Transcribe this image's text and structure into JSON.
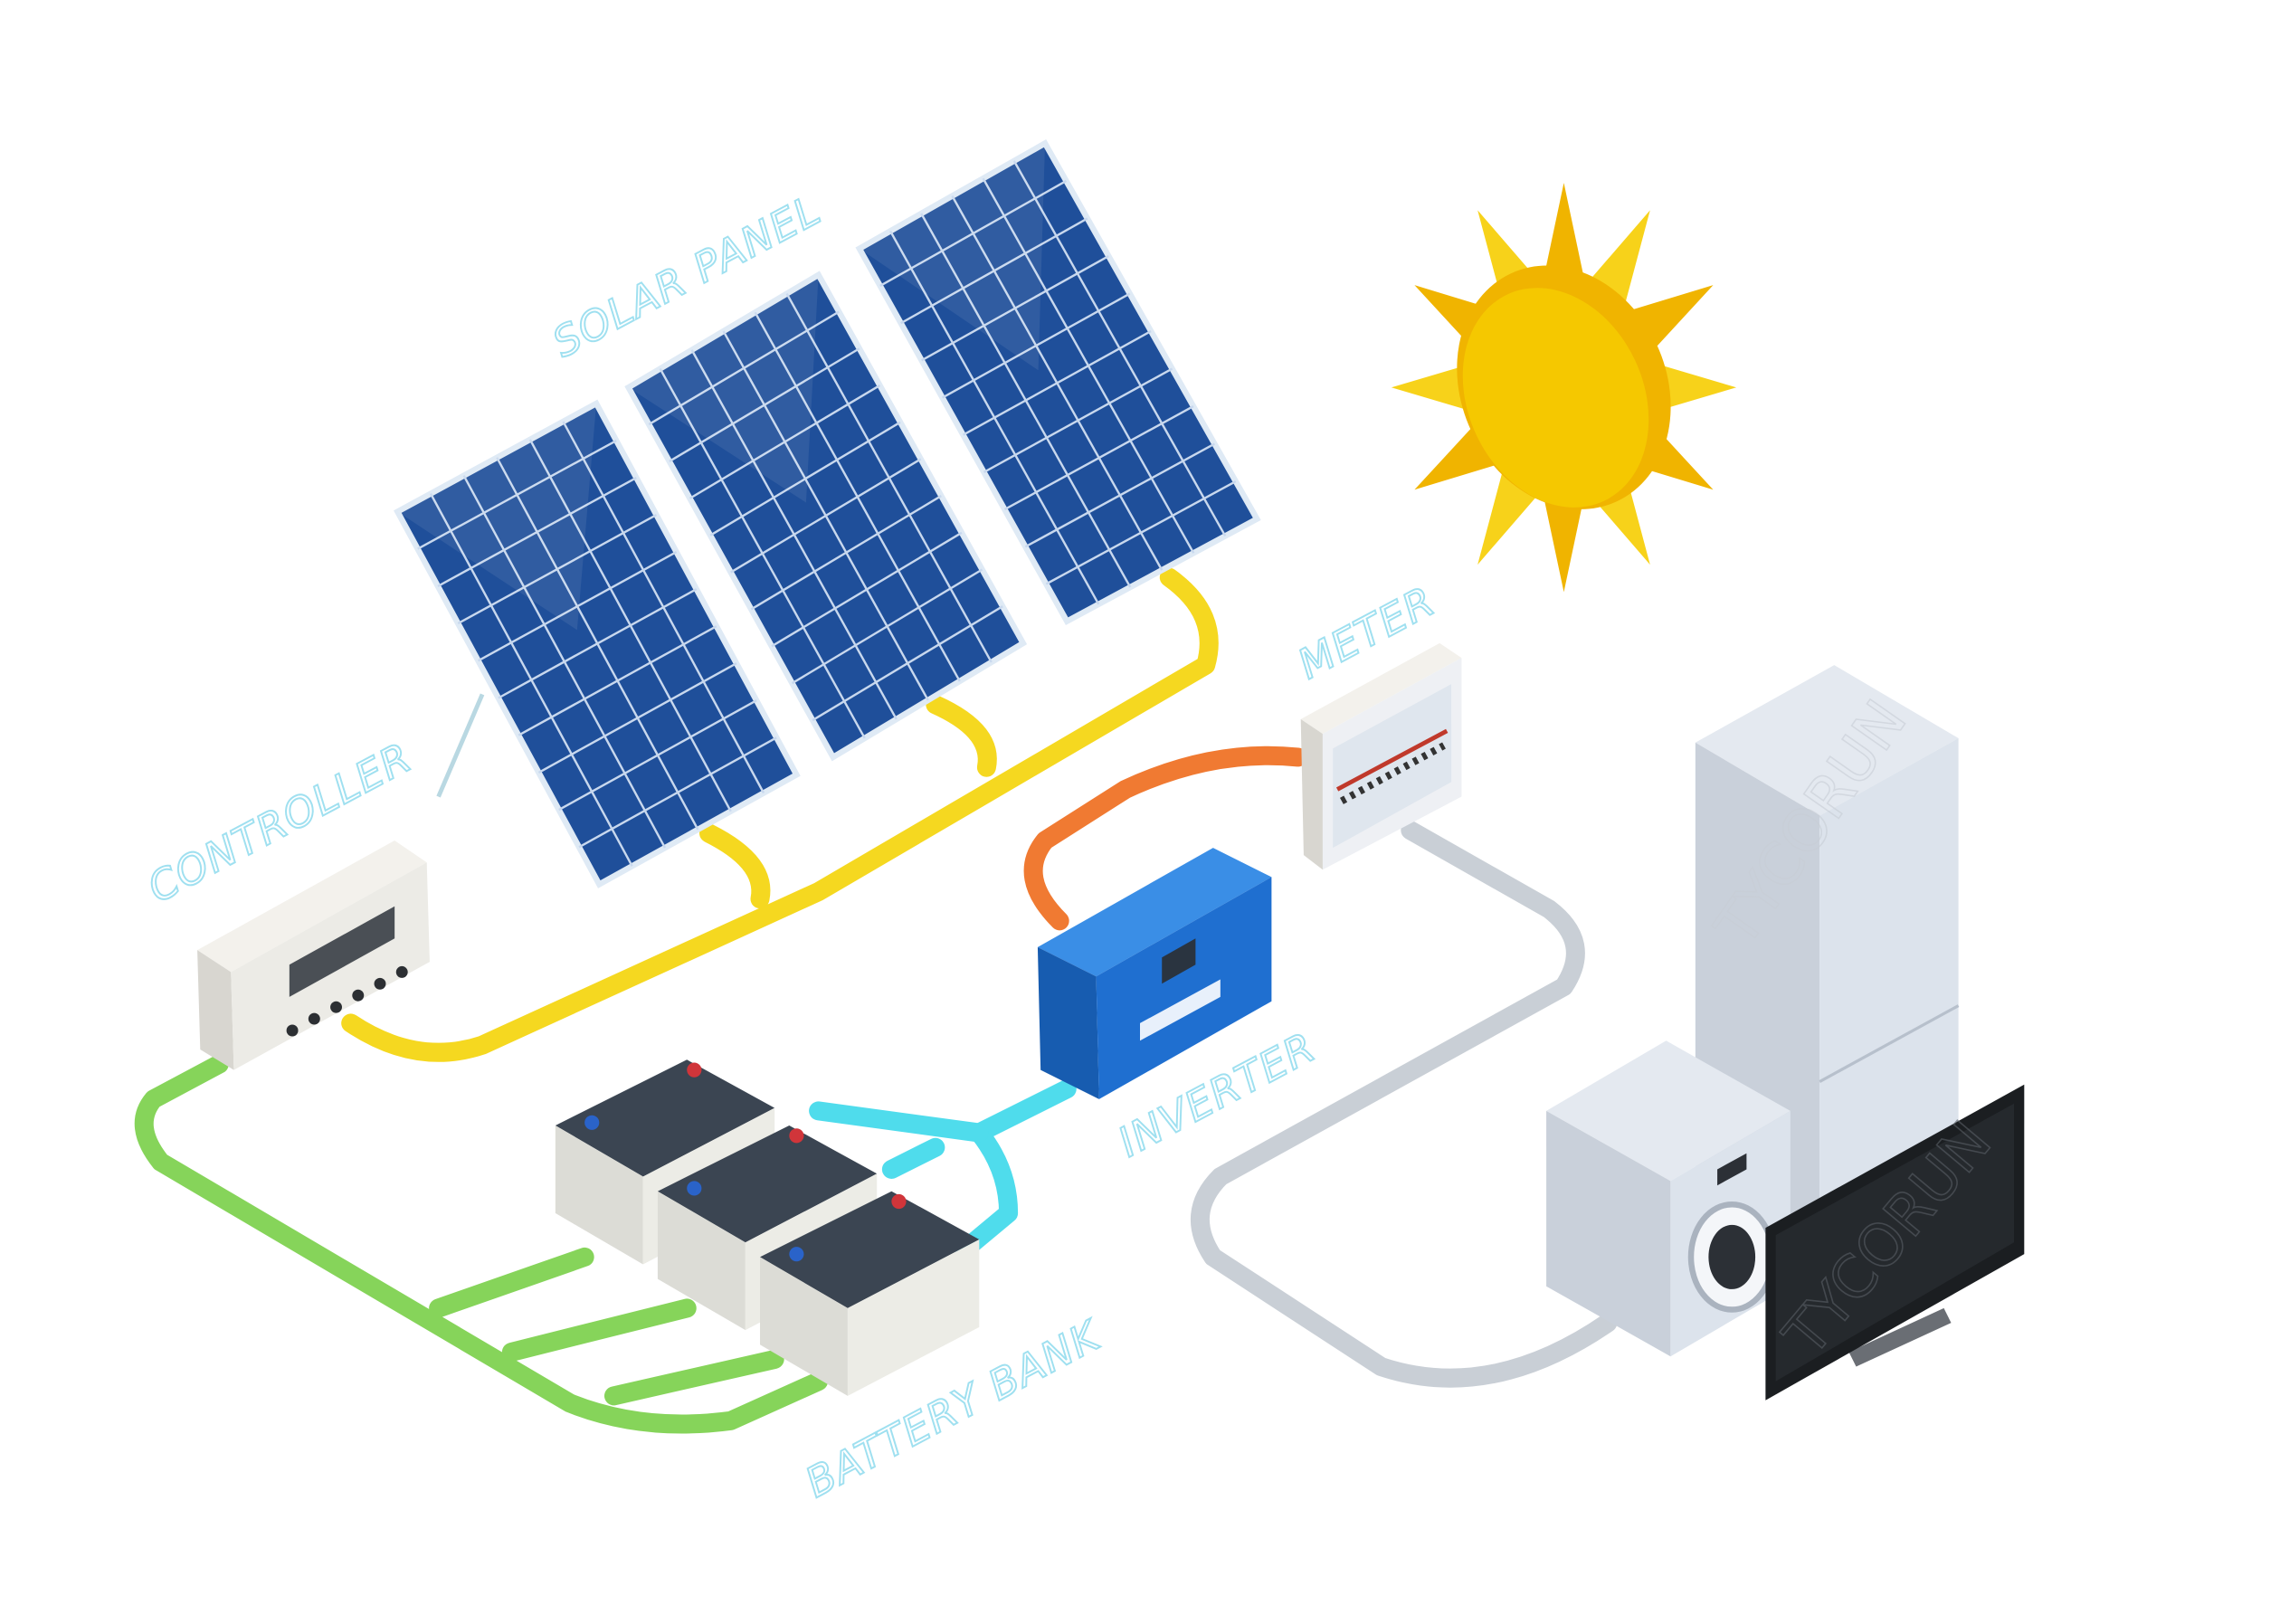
{
  "labels": {
    "solar_panel": "SOLAR PANEL",
    "controller": "CONTROLLER",
    "meter": "METER",
    "inverter": "INVERTER",
    "battery_bank": "BATTERY BANK"
  },
  "watermark": "TYCORUN",
  "colors": {
    "dc_solar_wire": "#f5d820",
    "battery_wire": "#86d45a",
    "inverter_battery_wire": "#4fdcec",
    "inverter_meter_wire": "#f07a32",
    "load_wire": "#c9cfd6",
    "panel": "#1f4f9a",
    "inverter": "#1f6fd0",
    "sun": "#f5c800"
  }
}
